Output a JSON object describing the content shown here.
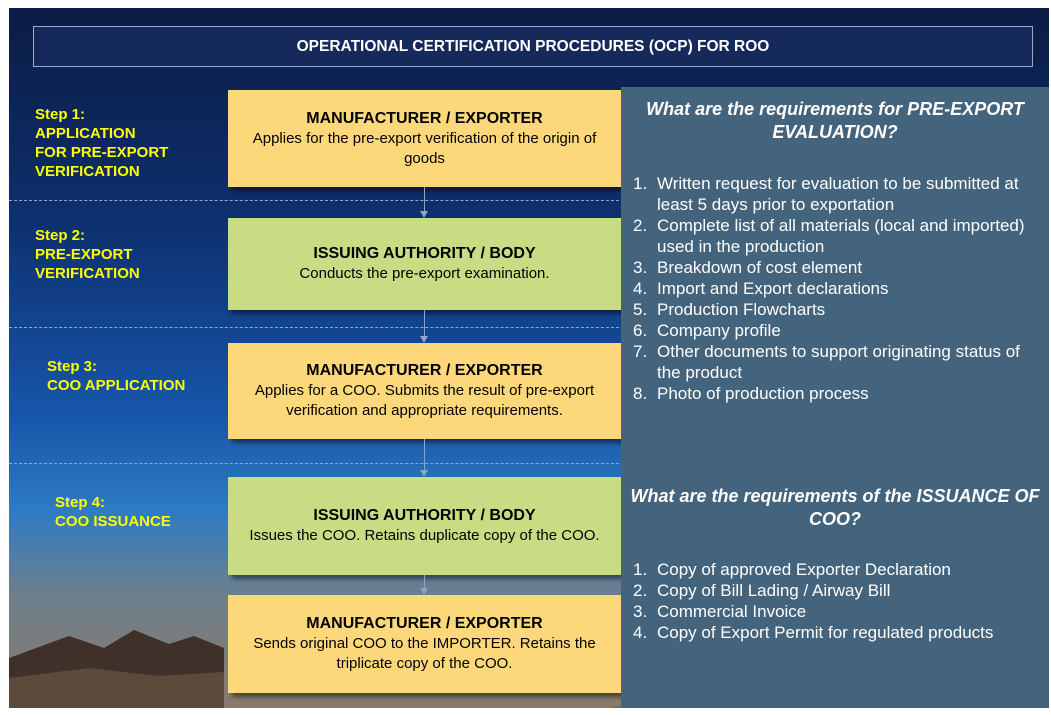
{
  "title": "OPERATIONAL CERTIFICATION PROCEDURES (OCP) FOR  ROO",
  "steps": [
    {
      "label": "Step 1:\nAPPLICATION\nFOR PRE-EXPORT\nVERIFICATION"
    },
    {
      "label": "Step 2:\nPRE-EXPORT\nVERIFICATION"
    },
    {
      "label": "Step 3:\nCOO APPLICATION"
    },
    {
      "label": "Step 4:\nCOO ISSUANCE"
    }
  ],
  "boxes": [
    {
      "title": "MANUFACTURER / EXPORTER",
      "body": "Applies for the pre-export verification of the origin of goods",
      "color": "#fdd87b"
    },
    {
      "title": "ISSUING AUTHORITY / BODY",
      "body": "Conducts the pre-export examination.",
      "color": "#c9dc84"
    },
    {
      "title": "MANUFACTURER / EXPORTER",
      "body": "Applies for a COO.  Submits the result of pre-export verification and appropriate requirements.",
      "color": "#fdd87b"
    },
    {
      "title": "ISSUING AUTHORITY / BODY",
      "body": "Issues the COO.  Retains duplicate copy of the COO.",
      "color": "#c9dc84"
    },
    {
      "title": "MANUFACTURER / EXPORTER",
      "body": "Sends original COO to the IMPORTER. Retains the triplicate copy of the COO.",
      "color": "#fdd87b"
    }
  ],
  "pre_export": {
    "heading": "What are the requirements for PRE-EXPORT EVALUATION?",
    "items": [
      {
        "num": "1.",
        "text": "Written request for evaluation to be submitted at least 5 days prior to exportation"
      },
      {
        "num": "2.",
        "text": "Complete list of all materials (local and imported) used in the production"
      },
      {
        "num": "3.",
        "text": "Breakdown of cost element"
      },
      {
        "num": "4.",
        "text": "Import and Export declarations"
      },
      {
        "num": "5.",
        "text": "Production Flowcharts"
      },
      {
        "num": "6.",
        "text": "Company profile"
      },
      {
        "num": "7.",
        "text": "Other documents to support originating status of the product"
      },
      {
        "num": "8.",
        "text": "Photo of production process"
      }
    ]
  },
  "issuance": {
    "heading": "What are the requirements of the ISSUANCE OF COO?",
    "items": [
      {
        "num": "1.",
        "text": "Copy of approved Exporter Declaration"
      },
      {
        "num": "2.",
        "text": "Copy of Bill Lading / Airway Bill"
      },
      {
        "num": "3.",
        "text": "Commercial Invoice"
      },
      {
        "num": "4.",
        "text": "Copy of Export Permit for regulated products"
      }
    ]
  }
}
